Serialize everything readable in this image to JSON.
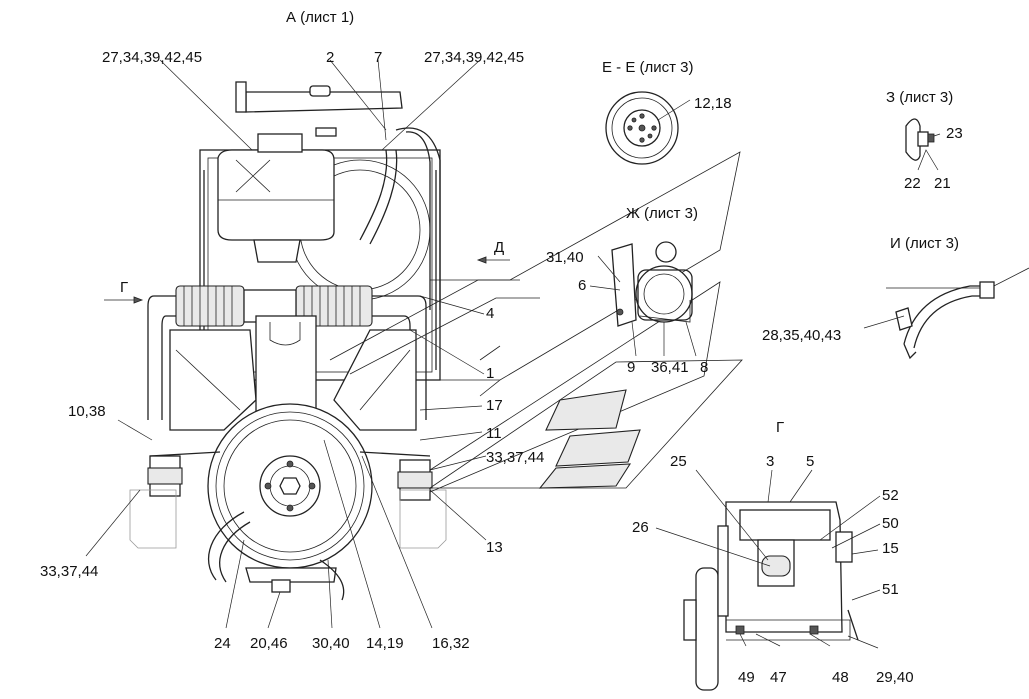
{
  "views": {
    "main_title": "А (лист 1)",
    "section_ee": "Е - Е (лист 3)",
    "view_z": "З (лист 3)",
    "view_zh": "Ж (лист 3)",
    "view_i": "И (лист 3)",
    "view_g": "Г",
    "arrow_d": "Д",
    "arrow_g": "Г"
  },
  "callouts": {
    "c_27_left": "27,34,39,42,45",
    "c_2": "2",
    "c_7": "7",
    "c_27_right": "27,34,39,42,45",
    "c_12_18": "12,18",
    "c_23": "23",
    "c_22": "22",
    "c_21": "21",
    "c_31_40": "31,40",
    "c_6": "6",
    "c_9": "9",
    "c_36_41": "36,41",
    "c_8": "8",
    "c_28": "28,35,40,43",
    "c_4": "4",
    "c_1": "1",
    "c_17": "17",
    "c_11": "11",
    "c_33_right": "33,37,44",
    "c_10_38": "10,38",
    "c_33_left": "33,37,44",
    "c_13": "13",
    "c_24": "24",
    "c_20_46": "20,46",
    "c_30_40": "30,40",
    "c_14_19": "14,19",
    "c_16_32": "16,32",
    "c_25": "25",
    "c_3": "3",
    "c_5": "5",
    "c_52": "52",
    "c_26": "26",
    "c_50": "50",
    "c_15": "15",
    "c_51": "51",
    "c_49": "49",
    "c_47": "47",
    "c_48": "48",
    "c_29_40": "29,40"
  }
}
